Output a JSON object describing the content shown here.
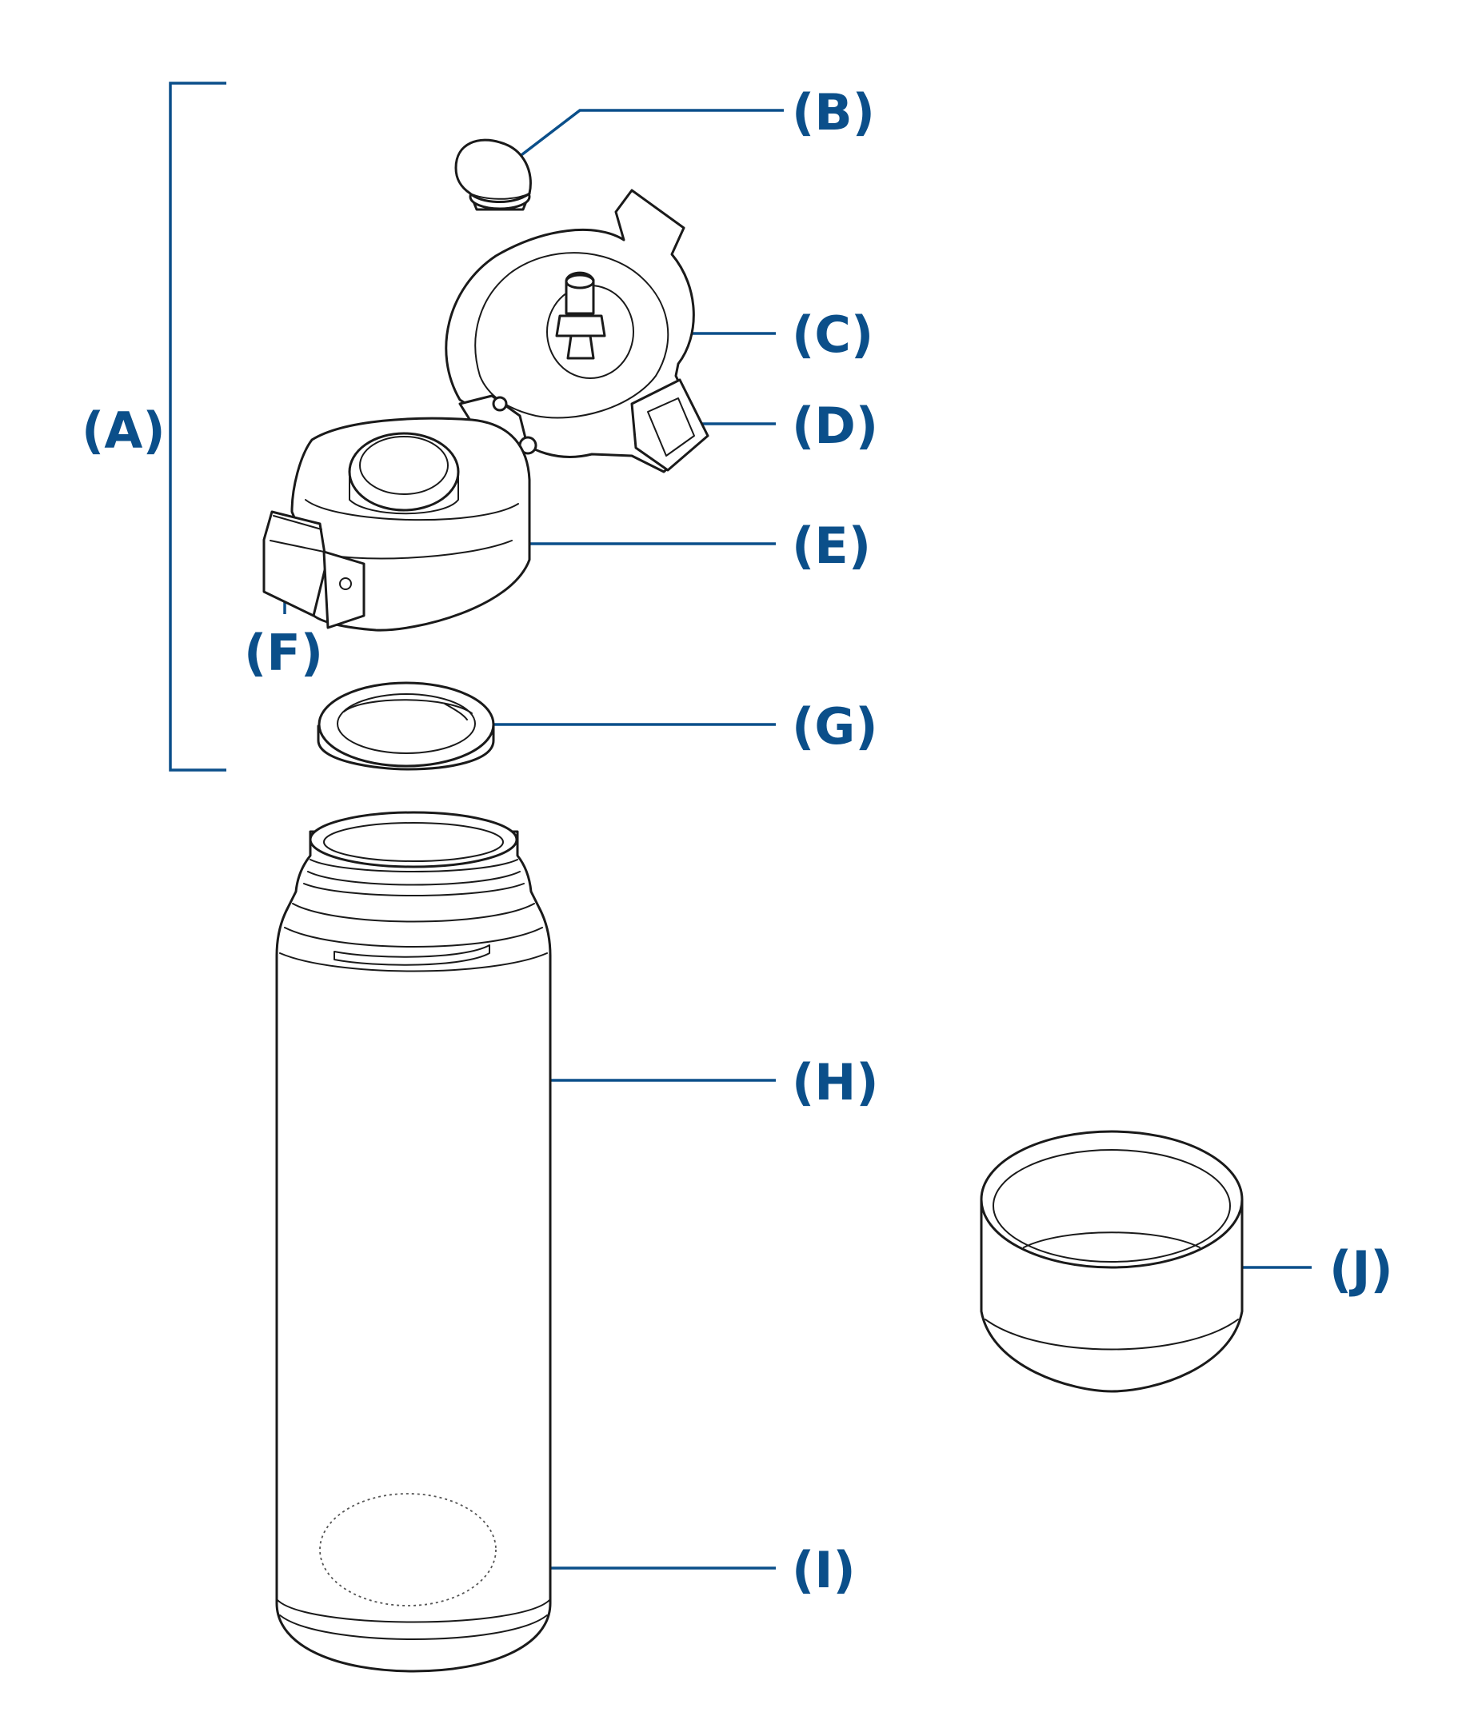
{
  "diagram": {
    "accent_color": "#0b4f8a",
    "line_color": "#1a1a1a",
    "labels": {
      "A": "(A)",
      "B": "(B)",
      "C": "(C)",
      "D": "(D)",
      "E": "(E)",
      "F": "(F)",
      "G": "(G)",
      "H": "(H)",
      "I": "(I)",
      "J": "(J)"
    }
  }
}
